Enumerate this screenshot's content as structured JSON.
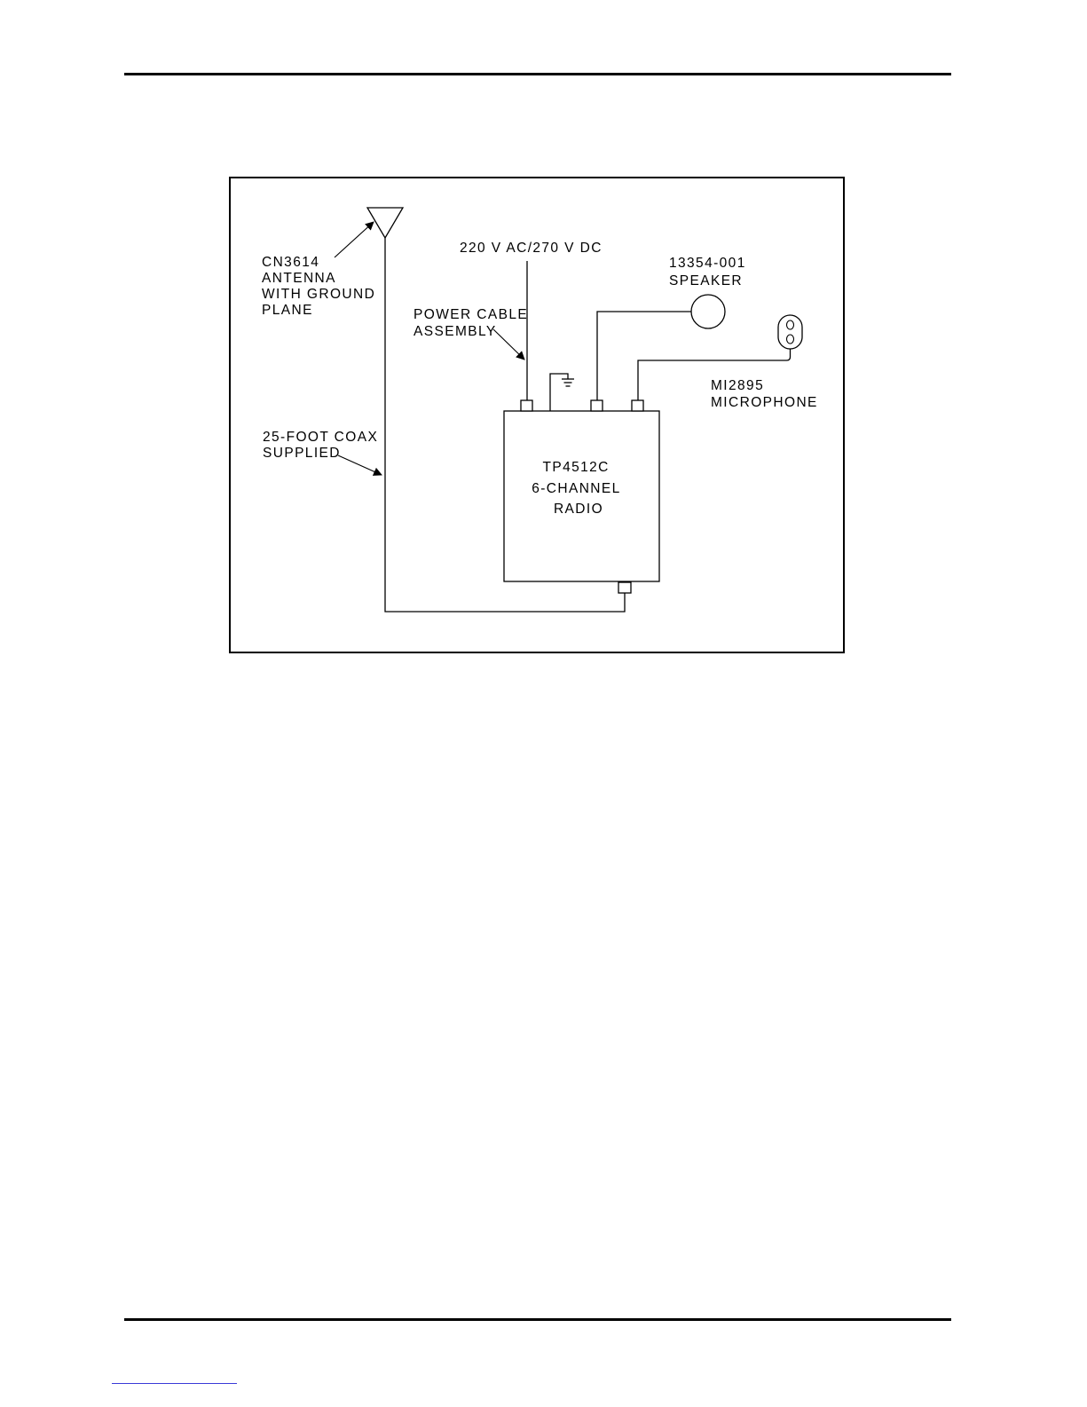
{
  "labels": {
    "antenna": [
      "CN3614",
      "ANTENNA",
      "WITH GROUND",
      "PLANE"
    ],
    "power_source": "220 V AC/270 V DC",
    "power_cable": [
      "POWER CABLE",
      "ASSEMBLY"
    ],
    "speaker": [
      "13354-001",
      "SPEAKER"
    ],
    "microphone": [
      "MI2895",
      "MICROPHONE"
    ],
    "coax": [
      "25-FOOT COAX",
      "SUPPLIED"
    ],
    "radio": [
      "TP4512C",
      "6-CHANNEL",
      "RADIO"
    ]
  }
}
